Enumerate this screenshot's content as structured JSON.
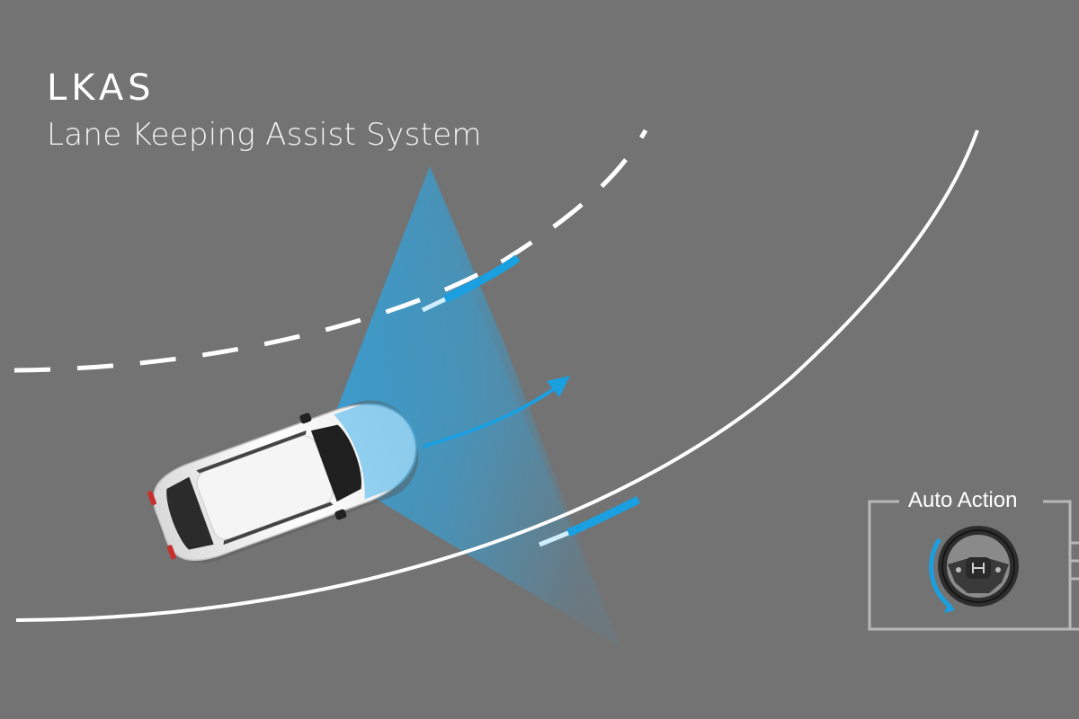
{
  "title": {
    "acronym": "LKAS",
    "full_name": "Lane Keeping Assist System"
  },
  "panel": {
    "label": "Auto Action"
  },
  "colors": {
    "background": "#737373",
    "lane_line": "#ffffff",
    "accent_blue": "#1a9fe0",
    "sensor_beam": "#2aa8e8"
  },
  "icons": [
    "car-icon",
    "steering-wheel-icon",
    "honda-logo-icon",
    "steer-direction-arrow-icon"
  ]
}
